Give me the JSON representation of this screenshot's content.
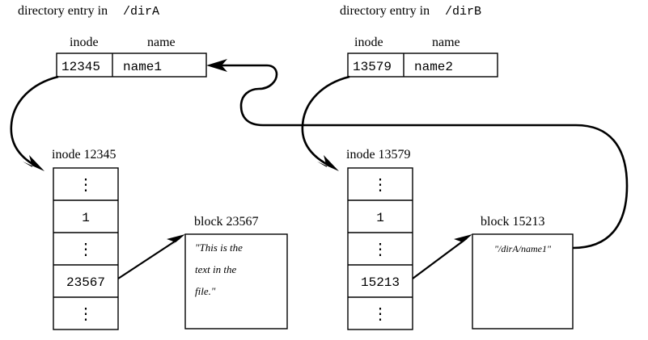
{
  "diagram": {
    "title_left_prefix": "directory entry in",
    "title_left_path": "/dirA",
    "title_right_prefix": "directory entry in",
    "title_right_path": "/dirB",
    "col_header_inode": "inode",
    "col_header_name": "name",
    "dir_entry_left": {
      "inode": "12345",
      "name": "name1"
    },
    "dir_entry_right": {
      "inode": "13579",
      "name": "name2"
    },
    "inode_left": {
      "label": "inode 12345",
      "rows": [
        "⋮",
        "1",
        "⋮",
        "23567",
        "⋮"
      ]
    },
    "inode_right": {
      "label": "inode 13579",
      "rows": [
        "⋮",
        "1",
        "⋮",
        "15213",
        "⋮"
      ]
    },
    "block_left": {
      "label": "block 23567",
      "lines": [
        "\"This is the",
        "text in the",
        "file.\""
      ]
    },
    "block_right": {
      "label": "block 15213",
      "lines": [
        "\"/dirA/name1\""
      ]
    },
    "colors": {
      "background": "#ffffff",
      "ink": "#000000"
    }
  }
}
